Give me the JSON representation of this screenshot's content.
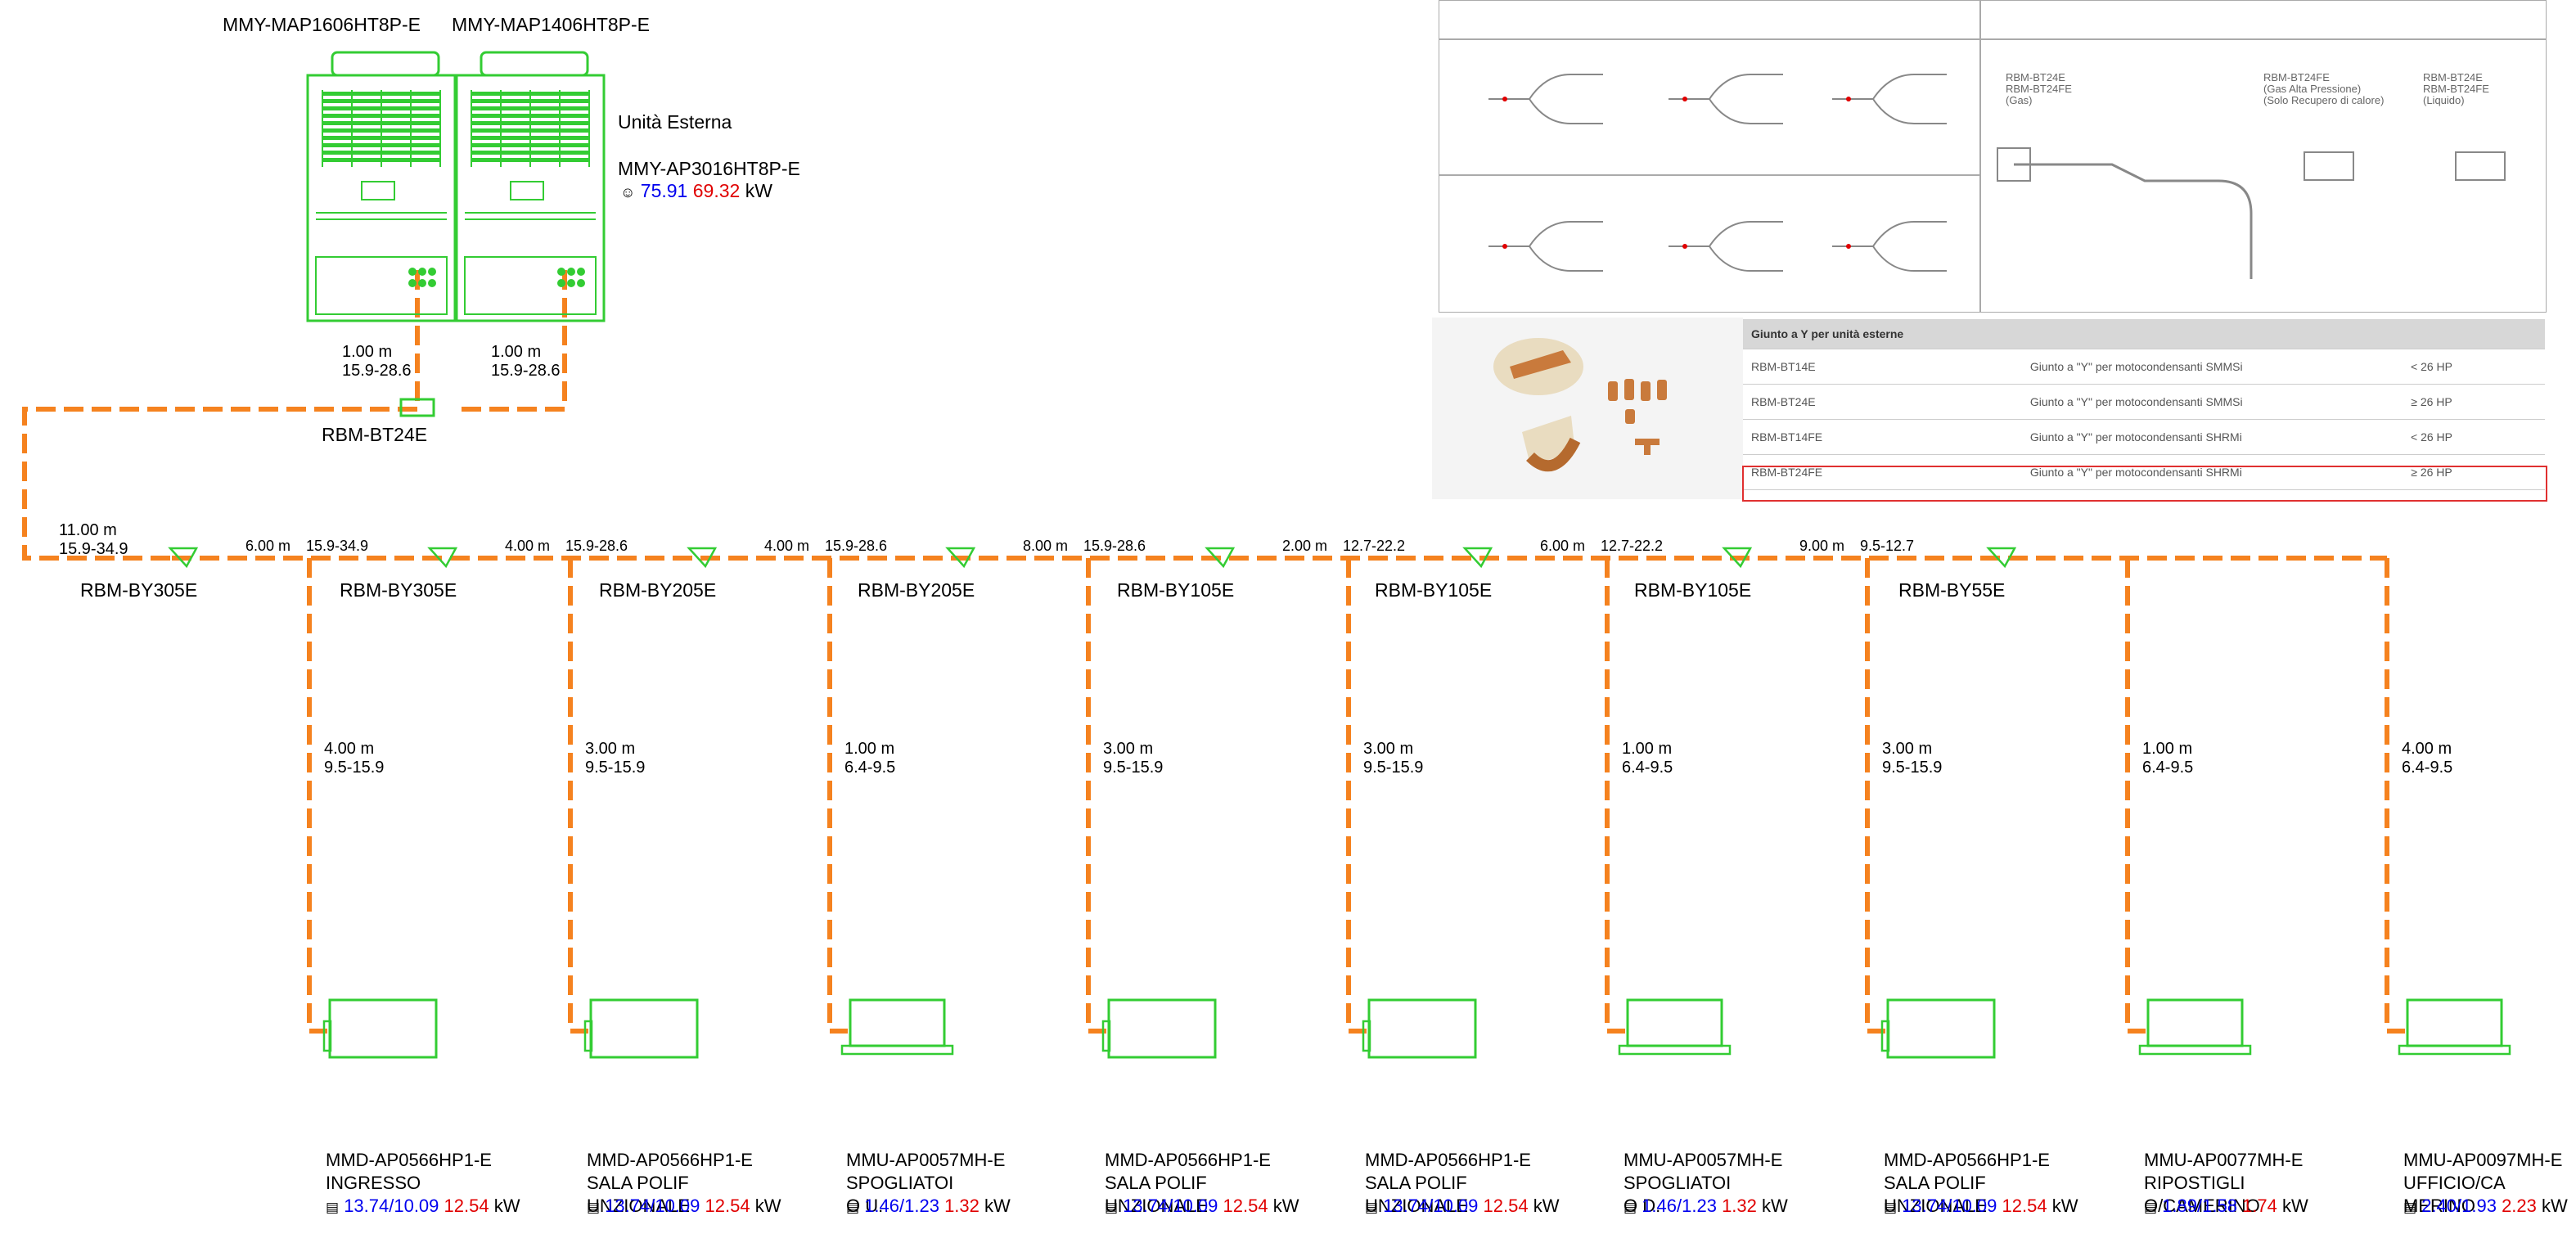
{
  "outdoor": {
    "module_left": "MMY-MAP1606HT8P-E",
    "module_right": "MMY-MAP1406HT8P-E",
    "title": "Unità Esterna",
    "model": "MMY-AP3016HT8P-E",
    "cool_kw": "75.91",
    "heat_kw": "69.32",
    "unit": "kW"
  },
  "outdoor_pipes": [
    {
      "length": "1.00 m",
      "size": "15.9-28.6"
    },
    {
      "length": "1.00 m",
      "size": "15.9-28.6"
    }
  ],
  "outdoor_joint": "RBM-BT24E",
  "main_first_segment": {
    "length": "11.00 m",
    "size": "15.9-34.9"
  },
  "main_segments": [
    {
      "length": "6.00 m",
      "size": "15.9-34.9"
    },
    {
      "length": "4.00 m",
      "size": "15.9-28.6"
    },
    {
      "length": "4.00 m",
      "size": "15.9-28.6"
    },
    {
      "length": "8.00 m",
      "size": "15.9-28.6"
    },
    {
      "length": "2.00 m",
      "size": "12.7-22.2"
    },
    {
      "length": "6.00 m",
      "size": "12.7-22.2"
    },
    {
      "length": "9.00 m",
      "size": "9.5-12.7"
    }
  ],
  "branch_joints": [
    "RBM-BY305E",
    "RBM-BY305E",
    "RBM-BY205E",
    "RBM-BY205E",
    "RBM-BY105E",
    "RBM-BY105E",
    "RBM-BY105E",
    "RBM-BY55E"
  ],
  "indoor_units": [
    {
      "model": "MMD-AP0566HP1-E",
      "room": [
        "INGRESSO"
      ],
      "cool": "13.74/10.09",
      "heat": "12.54",
      "unit": "kW",
      "pipe_length": "4.00 m",
      "pipe_size": "9.5-15.9",
      "kind": "ducted"
    },
    {
      "model": "MMD-AP0566HP1-E",
      "room": [
        "SALA POLIF",
        "UNZIONALE"
      ],
      "cool": "13.74/10.09",
      "heat": "12.54",
      "unit": "kW",
      "pipe_length": "3.00 m",
      "pipe_size": "9.5-15.9",
      "kind": "ducted"
    },
    {
      "model": "MMU-AP0057MH-E",
      "room": [
        "SPOGLIATOI",
        "O U."
      ],
      "cool": "1.46/1.23",
      "heat": "1.32",
      "unit": "kW",
      "pipe_length": "1.00 m",
      "pipe_size": "6.4-9.5",
      "kind": "cassette"
    },
    {
      "model": "MMD-AP0566HP1-E",
      "room": [
        "SALA POLIF",
        "UNZIONALE"
      ],
      "cool": "13.74/10.09",
      "heat": "12.54",
      "unit": "kW",
      "pipe_length": "3.00 m",
      "pipe_size": "9.5-15.9",
      "kind": "ducted"
    },
    {
      "model": "MMD-AP0566HP1-E",
      "room": [
        "SALA POLIF",
        "UNZIONALE"
      ],
      "cool": "13.74/10.09",
      "heat": "12.54",
      "unit": "kW",
      "pipe_length": "3.00 m",
      "pipe_size": "9.5-15.9",
      "kind": "ducted"
    },
    {
      "model": "MMU-AP0057MH-E",
      "room": [
        "SPOGLIATOI",
        "O D."
      ],
      "cool": "1.46/1.23",
      "heat": "1.32",
      "unit": "kW",
      "pipe_length": "1.00 m",
      "pipe_size": "6.4-9.5",
      "kind": "cassette"
    },
    {
      "model": "MMD-AP0566HP1-E",
      "room": [
        "SALA POLIF",
        "UNZIONALE"
      ],
      "cool": "13.74/10.09",
      "heat": "12.54",
      "unit": "kW",
      "pipe_length": "3.00 m",
      "pipe_size": "9.5-15.9",
      "kind": "ducted"
    },
    {
      "model": "MMU-AP0077MH-E",
      "room": [
        "RIPOSTIGLI",
        "O/CAMERINO"
      ],
      "cool": "1.89/1.58",
      "heat": "1.74",
      "unit": "kW",
      "pipe_length": "1.00 m",
      "pipe_size": "6.4-9.5",
      "kind": "cassette"
    },
    {
      "model": "MMU-AP0097MH-E",
      "room": [
        "UFFICIO/CA",
        "MERINO"
      ],
      "cool": "2.40/1.93",
      "heat": "2.23",
      "unit": "kW",
      "pipe_length": "4.00 m",
      "pipe_size": "6.4-9.5",
      "kind": "cassette"
    }
  ],
  "reference": {
    "table_header": "Giunto a Y per unità esterne",
    "rows": [
      [
        "RBM-BT14E",
        "Giunto a \"Y\" per motocondensanti SMMSi",
        "< 26 HP"
      ],
      [
        "RBM-BT24E",
        "Giunto a \"Y\" per motocondensanti SMMSi",
        "≥ 26 HP"
      ],
      [
        "RBM-BT14FE",
        "Giunto a \"Y\" per motocondensanti SHRMi",
        "< 26 HP"
      ],
      [
        "RBM-BT24FE",
        "Giunto a \"Y\" per motocondensanti SHRMi",
        "≥ 26 HP"
      ]
    ],
    "highlight_row": 3,
    "drawing_labels": [
      "RBM-BT24E",
      "RBM-BT24FE",
      "(Gas)",
      "RBM-BT24FE",
      "(Gas Alta Pressione)",
      "(Solo Recupero di calore)",
      "RBM-BT24E",
      "RBM-BT24FE",
      "(Liquido)"
    ]
  },
  "colors": {
    "pipe": "#f5821f",
    "unit": "#33cc33",
    "cool": "#0000ee",
    "heat": "#e00000",
    "highlight": "#e03030"
  }
}
